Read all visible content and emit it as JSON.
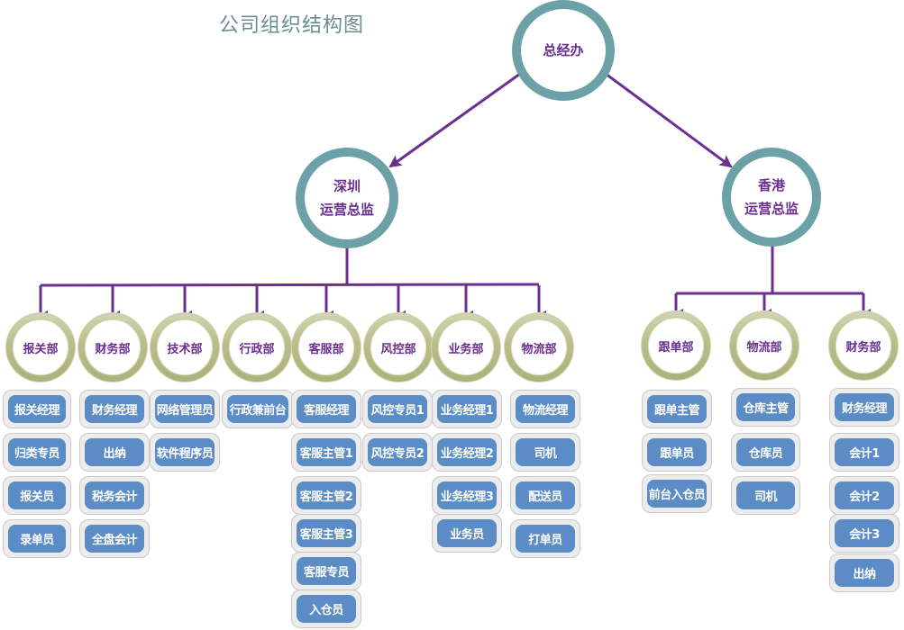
{
  "title": "公司组织结构图",
  "colors": {
    "connector": "#6b2f92",
    "top_ring": "#6ca2a7",
    "dept_ring": "#b9be8b",
    "node_text": "#6a2e8e",
    "position_fill": "#5b8cc6"
  },
  "root": {
    "label": "总经办"
  },
  "branches": [
    {
      "label_line1": "深圳",
      "label_line2": "运营总监",
      "departments": [
        {
          "label": "报关部",
          "positions": [
            "报关经理",
            "归类专员",
            "报关员",
            "录单员"
          ]
        },
        {
          "label": "财务部",
          "positions": [
            "财务经理",
            "出纳",
            "税务会计",
            "全盘会计"
          ]
        },
        {
          "label": "技术部",
          "positions": [
            "网络管理员",
            "软件程序员"
          ]
        },
        {
          "label": "行政部",
          "positions": [
            "行政兼前台"
          ]
        },
        {
          "label": "客服部",
          "positions": [
            "客服经理",
            "客服主管1",
            "客服主管2",
            "客服主管3",
            "客服专员",
            "入仓员"
          ]
        },
        {
          "label": "风控部",
          "positions": [
            "风控专员1",
            "风控专员2"
          ]
        },
        {
          "label": "业务部",
          "positions": [
            "业务经理1",
            "业务经理2",
            "业务经理3",
            "业务员"
          ]
        },
        {
          "label": "物流部",
          "positions": [
            "物流经理",
            "司机",
            "配送员",
            "打单员"
          ]
        }
      ]
    },
    {
      "label_line1": "香港",
      "label_line2": "运营总监",
      "departments": [
        {
          "label": "跟单部",
          "positions": [
            "跟单主管",
            "跟单员",
            "前台入仓员"
          ]
        },
        {
          "label": "物流部",
          "positions": [
            "仓库主管",
            "仓库员",
            "司机"
          ]
        },
        {
          "label": "财务部",
          "positions": [
            "财务经理",
            "会计1",
            "会计2",
            "会计3",
            "出纳"
          ]
        }
      ]
    }
  ]
}
